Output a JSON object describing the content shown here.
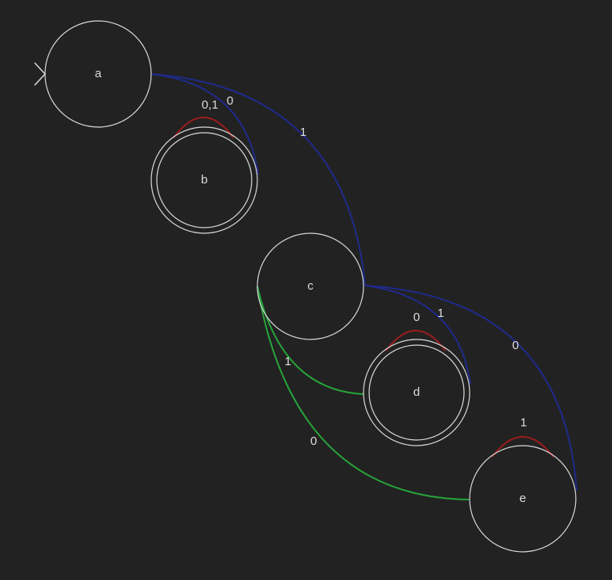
{
  "diagram": {
    "background": "#222222",
    "colors": {
      "state_stroke": "#d8d8d8",
      "self_loop": "#9b1c1c",
      "forward_edge": "#1f2a8a",
      "back_edge": "#27a33a",
      "label": "#dcdcdc"
    },
    "start_state": "a",
    "states": [
      {
        "id": "a",
        "label": "a",
        "accepting": false
      },
      {
        "id": "b",
        "label": "b",
        "accepting": true
      },
      {
        "id": "c",
        "label": "c",
        "accepting": false
      },
      {
        "id": "d",
        "label": "d",
        "accepting": true
      },
      {
        "id": "e",
        "label": "e",
        "accepting": false
      }
    ],
    "transitions": [
      {
        "from": "b",
        "to": "b",
        "label": "0,1"
      },
      {
        "from": "a",
        "to": "b",
        "label": "0"
      },
      {
        "from": "a",
        "to": "c",
        "label": "1"
      },
      {
        "from": "d",
        "to": "d",
        "label": "0"
      },
      {
        "from": "c",
        "to": "d",
        "label": "1"
      },
      {
        "from": "c",
        "to": "e",
        "label": "0"
      },
      {
        "from": "e",
        "to": "e",
        "label": "1"
      },
      {
        "from": "d",
        "to": "c",
        "label": "1"
      },
      {
        "from": "e",
        "to": "c",
        "label": "0"
      }
    ]
  }
}
